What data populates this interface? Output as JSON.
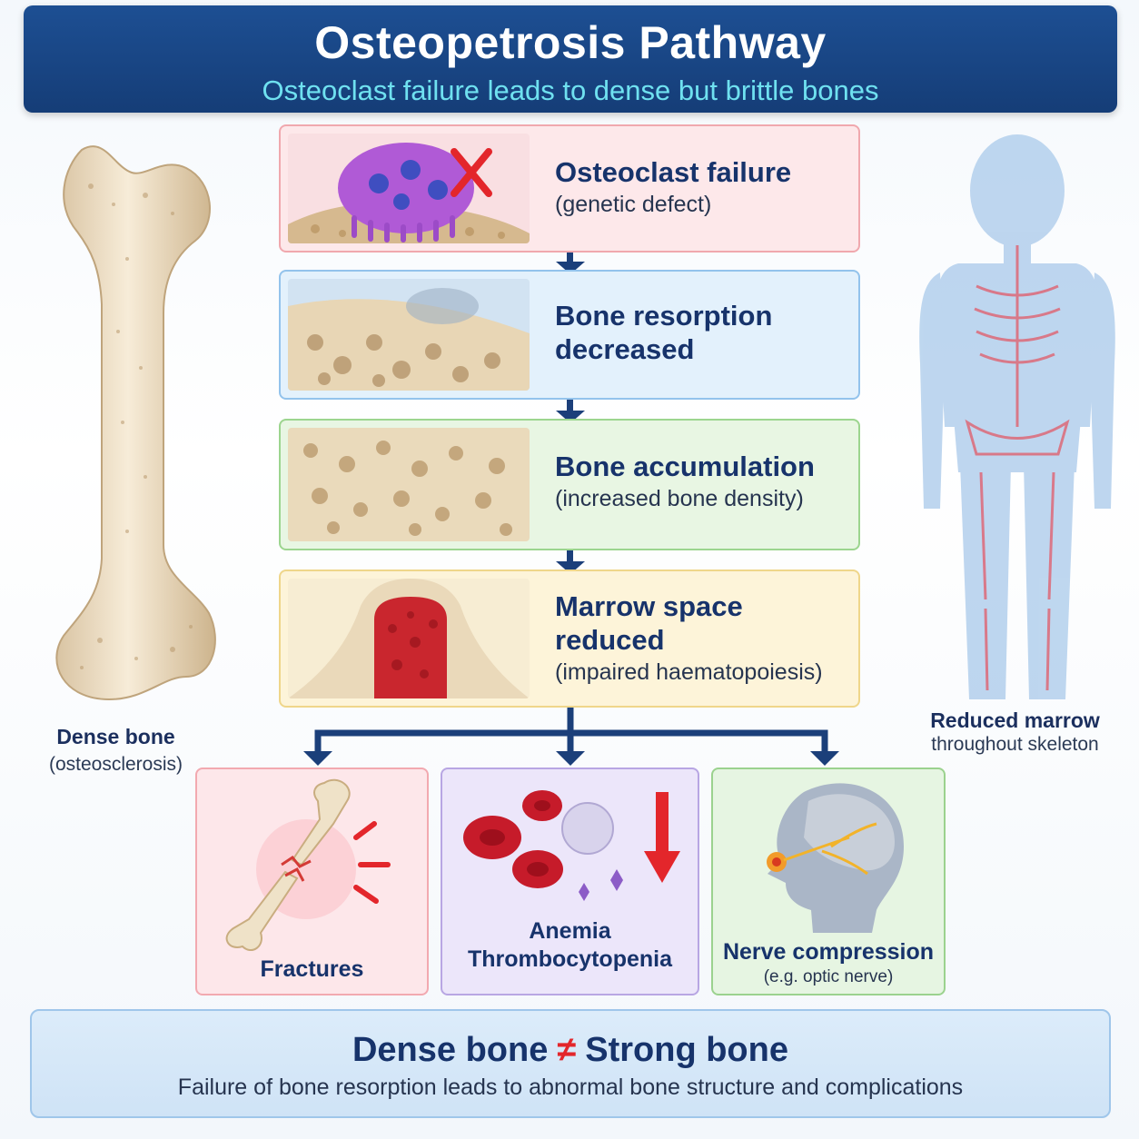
{
  "header": {
    "title": "Osteopetrosis Pathway",
    "subtitle": "Osteoclast failure leads to dense but brittle bones"
  },
  "steps": [
    {
      "title": "Osteoclast failure",
      "subtitle": "(genetic defect)"
    },
    {
      "title_line1": "Bone resorption",
      "title_line2": "decreased"
    },
    {
      "title": "Bone accumulation",
      "subtitle": "(increased bone density)"
    },
    {
      "title_line1": "Marrow space",
      "title_line2": "reduced",
      "subtitle": "(impaired haematopoiesis)"
    }
  ],
  "outcomes": [
    {
      "label": "Fractures"
    },
    {
      "label_line1": "Anemia",
      "label_line2": "Thrombocytopenia"
    },
    {
      "label": "Nerve compression",
      "subtitle": "(e.g. optic nerve)"
    }
  ],
  "left_panel": {
    "label": "Dense bone",
    "subtitle": "(osteosclerosis)"
  },
  "right_panel": {
    "label": "Reduced marrow",
    "subtitle": "throughout skeleton"
  },
  "bottom": {
    "left": "Dense bone",
    "symbol": "≠",
    "right": "Strong bone",
    "subtitle": "Failure of bone resorption leads to abnormal bone structure and complications"
  },
  "colors": {
    "header_bg": "#1b4a8c",
    "header_subtitle": "#6fe1f0",
    "text_dark": "#17336b",
    "arrow": "#1b3f7a",
    "alert_red": "#e3262b"
  }
}
